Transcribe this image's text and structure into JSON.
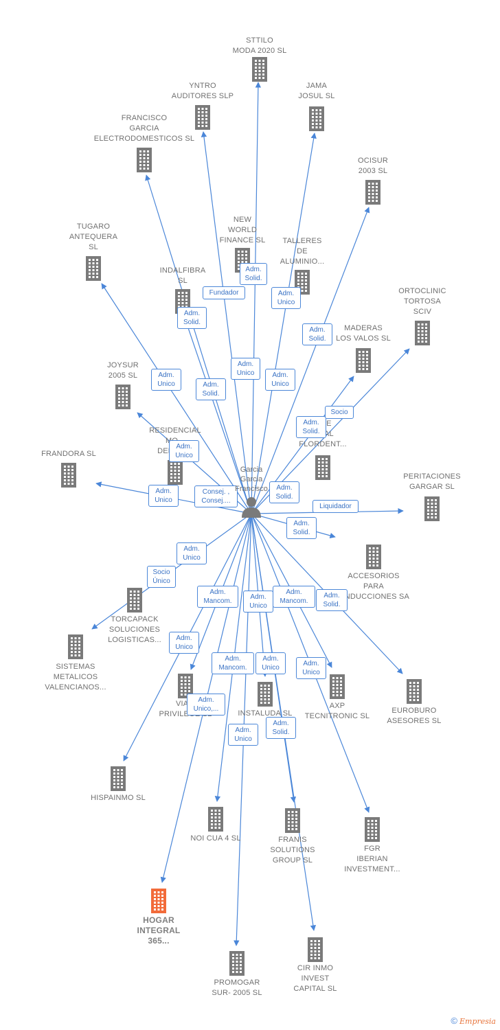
{
  "center": {
    "label_lines": [
      "Garcia",
      "Garcia",
      "Francisco"
    ]
  },
  "nodes": [
    {
      "id": "sttilo",
      "lines": [
        "STTILO",
        "MODA 2020  SL"
      ]
    },
    {
      "id": "yntro",
      "lines": [
        "YNTRO",
        "AUDITORES  SLP"
      ]
    },
    {
      "id": "jama",
      "lines": [
        "JAMA",
        "JOSUL SL"
      ]
    },
    {
      "id": "francisco",
      "lines": [
        "FRANCISCO",
        "GARCIA",
        "ELECTRODOMESTICOS SL"
      ]
    },
    {
      "id": "ocisur",
      "lines": [
        "OCISUR",
        "2003  SL"
      ]
    },
    {
      "id": "newworld",
      "lines": [
        "NEW",
        "WORLD",
        "FINANCE SL"
      ]
    },
    {
      "id": "tugaro",
      "lines": [
        "TUGARO",
        "ANTEQUERA",
        "SL"
      ]
    },
    {
      "id": "talleres",
      "lines": [
        "TALLERES",
        "DE",
        "ALUMINIO..."
      ]
    },
    {
      "id": "indalfibra",
      "lines": [
        "INDALFIBRA",
        "SL"
      ]
    },
    {
      "id": "ortoclinic",
      "lines": [
        "ORTOCLINIC",
        "TORTOSA",
        "SCIV"
      ]
    },
    {
      "id": "maderas",
      "lines": [
        "MADERAS",
        "LOS VALOS SL"
      ]
    },
    {
      "id": "joysur",
      "lines": [
        "JOYSUR",
        "2005  SL"
      ]
    },
    {
      "id": "residencial",
      "lines": [
        "RESIDENCIAL",
        "MO...",
        "DEL VI...L"
      ]
    },
    {
      "id": "flordent",
      "lines": [
        "...RE",
        "...RAL",
        "FLORDENT..."
      ]
    },
    {
      "id": "frandora",
      "lines": [
        "FRANDORA SL"
      ]
    },
    {
      "id": "peritaciones",
      "lines": [
        "PERITACIONES",
        "GARGAR SL"
      ]
    },
    {
      "id": "accesorios",
      "lines": [
        "ACCESORIOS",
        "PARA",
        "...NDUCCIONES SA"
      ]
    },
    {
      "id": "torcapack",
      "lines": [
        "TORCAPACK",
        "SOLUCIONES",
        "LOGISTICAS..."
      ]
    },
    {
      "id": "sistemas",
      "lines": [
        "SISTEMAS",
        "METALICOS",
        "VALENCIANOS..."
      ]
    },
    {
      "id": "via",
      "lines": [
        "VIA...",
        "PRIVILEGE SL"
      ]
    },
    {
      "id": "instaluda",
      "lines": [
        "INSTALUDA SL"
      ]
    },
    {
      "id": "axp",
      "lines": [
        "AXP",
        "TECNITRONIC SL"
      ]
    },
    {
      "id": "euroburo",
      "lines": [
        "EUROBURO",
        "ASESORES SL"
      ]
    },
    {
      "id": "hispainmo",
      "lines": [
        "HISPAINMO  SL"
      ]
    },
    {
      "id": "noicua",
      "lines": [
        "NOI CUA 4  SL"
      ]
    },
    {
      "id": "franis",
      "lines": [
        "FRANIS",
        "SOLUTIONS",
        "GROUP SL"
      ]
    },
    {
      "id": "fgr",
      "lines": [
        "FGR",
        "IBERIAN",
        "INVESTMENT..."
      ]
    },
    {
      "id": "hogar",
      "lines": [
        "HOGAR",
        "INTEGRAL",
        "365..."
      ]
    },
    {
      "id": "promogar",
      "lines": [
        "PROMOGAR",
        "SUR- 2005  SL"
      ]
    },
    {
      "id": "cirinmo",
      "lines": [
        "CIR INMO",
        "INVEST",
        "CAPITAL  SL"
      ]
    }
  ],
  "relations": [
    {
      "id": "r1",
      "lines": [
        "Adm.",
        "Solid."
      ]
    },
    {
      "id": "r2",
      "lines": [
        "Fundador"
      ]
    },
    {
      "id": "r3",
      "lines": [
        "Adm.",
        "Unico"
      ]
    },
    {
      "id": "r4",
      "lines": [
        "Adm.",
        "Solid."
      ]
    },
    {
      "id": "r5",
      "lines": [
        "Adm.",
        "Solid."
      ]
    },
    {
      "id": "r6",
      "lines": [
        "Adm.",
        "Unico"
      ]
    },
    {
      "id": "r7",
      "lines": [
        "Adm.",
        "Unico"
      ]
    },
    {
      "id": "r8",
      "lines": [
        "Adm.",
        "Solid."
      ]
    },
    {
      "id": "r9",
      "lines": [
        "Adm.",
        "Unico"
      ]
    },
    {
      "id": "r10",
      "lines": [
        "Adm.",
        "Solid."
      ]
    },
    {
      "id": "r11",
      "lines": [
        "Socio"
      ]
    },
    {
      "id": "r12",
      "lines": [
        "Adm.",
        "Unico"
      ]
    },
    {
      "id": "r13",
      "lines": [
        "Adm.",
        "Unico"
      ]
    },
    {
      "id": "r14",
      "lines": [
        "Consej. ,",
        "Consej...."
      ]
    },
    {
      "id": "r15",
      "lines": [
        "Adm.",
        "Solid."
      ]
    },
    {
      "id": "r16",
      "lines": [
        "Liquidador"
      ]
    },
    {
      "id": "r17",
      "lines": [
        "Adm.",
        "Solid."
      ]
    },
    {
      "id": "r18",
      "lines": [
        "Adm.",
        "Unico"
      ]
    },
    {
      "id": "r19",
      "lines": [
        "Socio",
        "Único"
      ]
    },
    {
      "id": "r20",
      "lines": [
        "Adm.",
        "Mancom."
      ]
    },
    {
      "id": "r21",
      "lines": [
        "Adm.",
        "Unico"
      ]
    },
    {
      "id": "r22",
      "lines": [
        "Adm.",
        "Mancom."
      ]
    },
    {
      "id": "r23",
      "lines": [
        "Adm.",
        "Solid."
      ]
    },
    {
      "id": "r24",
      "lines": [
        "Adm.",
        "Unico"
      ]
    },
    {
      "id": "r25",
      "lines": [
        "Adm.",
        "Mancom."
      ]
    },
    {
      "id": "r26",
      "lines": [
        "Adm.",
        "Unico"
      ]
    },
    {
      "id": "r27",
      "lines": [
        "Adm.",
        "Unico"
      ]
    },
    {
      "id": "r28",
      "lines": [
        "Adm.",
        "Unico,..."
      ]
    },
    {
      "id": "r29",
      "lines": [
        "Adm.",
        "Unico"
      ]
    },
    {
      "id": "r30",
      "lines": [
        "Adm.",
        "Solid."
      ]
    }
  ],
  "brand": {
    "copyright": "©",
    "name": "Empresia"
  },
  "colors": {
    "edge": "#4a86d8",
    "building": "#7a7a7a",
    "highlight": "#f26b3a",
    "label": "#707070"
  }
}
